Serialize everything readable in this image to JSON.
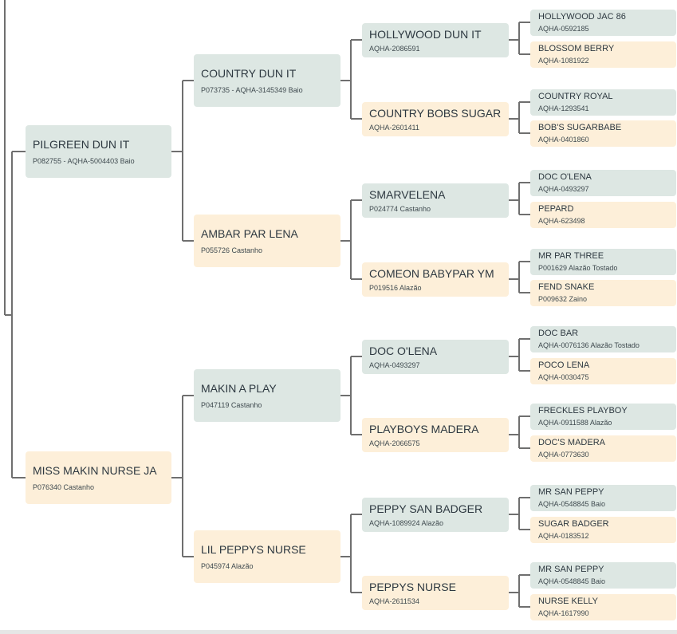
{
  "pedigree": {
    "g1": [
      {
        "name": "PILGREEN DUN IT",
        "info": "P082755 - AQHA-5004403 Baio"
      },
      {
        "name": "MISS MAKIN NURSE JA",
        "info": "P076340 Castanho"
      }
    ],
    "g2": [
      {
        "name": "COUNTRY DUN IT",
        "info": "P073735 - AQHA-3145349 Baio"
      },
      {
        "name": "AMBAR PAR LENA",
        "info": "P055726 Castanho"
      },
      {
        "name": "MAKIN A PLAY",
        "info": "P047119 Castanho"
      },
      {
        "name": "LIL PEPPYS NURSE",
        "info": "P045974 Alazão"
      }
    ],
    "g3": [
      {
        "name": "HOLLYWOOD DUN IT",
        "info": "AQHA-2086591"
      },
      {
        "name": "COUNTRY BOBS SUGAR",
        "info": "AQHA-2601411"
      },
      {
        "name": "SMARVELENA",
        "info": "P024774 Castanho"
      },
      {
        "name": "COMEON BABYPAR YM",
        "info": "P019516 Alazão"
      },
      {
        "name": "DOC O'LENA",
        "info": "AQHA-0493297"
      },
      {
        "name": "PLAYBOYS MADERA",
        "info": "AQHA-2066575"
      },
      {
        "name": "PEPPY SAN BADGER",
        "info": "AQHA-1089924 Alazão"
      },
      {
        "name": "PEPPYS NURSE",
        "info": "AQHA-2611534"
      }
    ],
    "g4": [
      {
        "name": "HOLLYWOOD JAC 86",
        "info": "AQHA-0592185"
      },
      {
        "name": "BLOSSOM BERRY",
        "info": "AQHA-1081922"
      },
      {
        "name": "COUNTRY ROYAL",
        "info": "AQHA-1293541"
      },
      {
        "name": "BOB'S SUGARBABE",
        "info": "AQHA-0401860"
      },
      {
        "name": "DOC O'LENA",
        "info": "AQHA-0493297"
      },
      {
        "name": "PEPARD",
        "info": "AQHA-623498"
      },
      {
        "name": "MR PAR THREE",
        "info": "P001629 Alazão Tostado"
      },
      {
        "name": "FEND SNAKE",
        "info": "P009632 Zaino"
      },
      {
        "name": "DOC BAR",
        "info": "AQHA-0076136 Alazão Tostado"
      },
      {
        "name": "POCO LENA",
        "info": "AQHA-0030475"
      },
      {
        "name": "FRECKLES PLAYBOY",
        "info": "AQHA-0911588 Alazão"
      },
      {
        "name": "DOC'S MADERA",
        "info": "AQHA-0773630"
      },
      {
        "name": "MR SAN PEPPY",
        "info": "AQHA-0548845 Baio"
      },
      {
        "name": "SUGAR BADGER",
        "info": "AQHA-0183512"
      },
      {
        "name": "MR SAN PEPPY",
        "info": "AQHA-0548845 Baio"
      },
      {
        "name": "NURSE KELLY",
        "info": "AQHA-1617990"
      }
    ]
  },
  "colors": {
    "sire": "#dde7e3",
    "dam": "#fdefd9",
    "line": "#6f6f6f"
  }
}
